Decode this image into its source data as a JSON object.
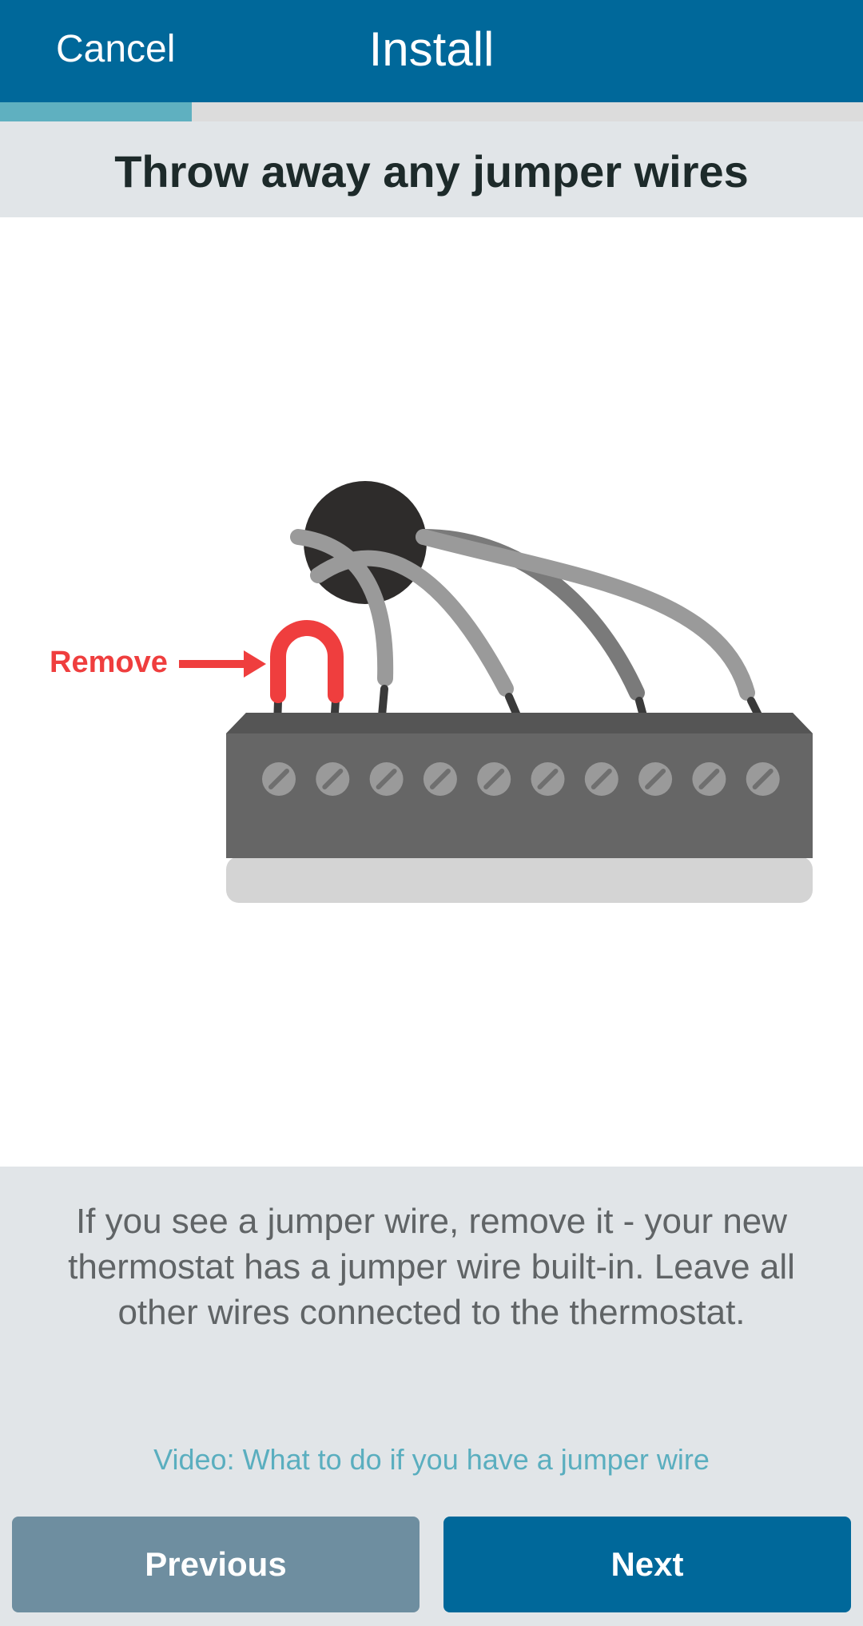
{
  "header": {
    "cancel_label": "Cancel",
    "title": "Install"
  },
  "progress": {
    "fraction": 0.222
  },
  "step": {
    "heading": "Throw away any jumper wires"
  },
  "illustration": {
    "remove_label": "Remove",
    "terminal_count": 10,
    "colors": {
      "jumper": "#ef3e3e",
      "block_dark": "#666666",
      "block_top": "#555555",
      "block_base": "#d4d4d4",
      "screw": "#9a9a9a",
      "wire_light": "#9a9a9a",
      "wire_mid": "#7a7a7a",
      "hole": "#2e2c2b"
    }
  },
  "content": {
    "description": "If you see a jumper wire, remove it - your new thermostat has a jumper wire built-in. Leave all other wires connected to the thermostat.",
    "video_link": "Video: What to do if you have a jumper wire"
  },
  "footer": {
    "previous_label": "Previous",
    "next_label": "Next"
  },
  "theme": {
    "primary": "#00689a",
    "accent": "#5fb0c0",
    "secondary_button": "#6e8ea0",
    "surface": "#e1e5e8"
  }
}
